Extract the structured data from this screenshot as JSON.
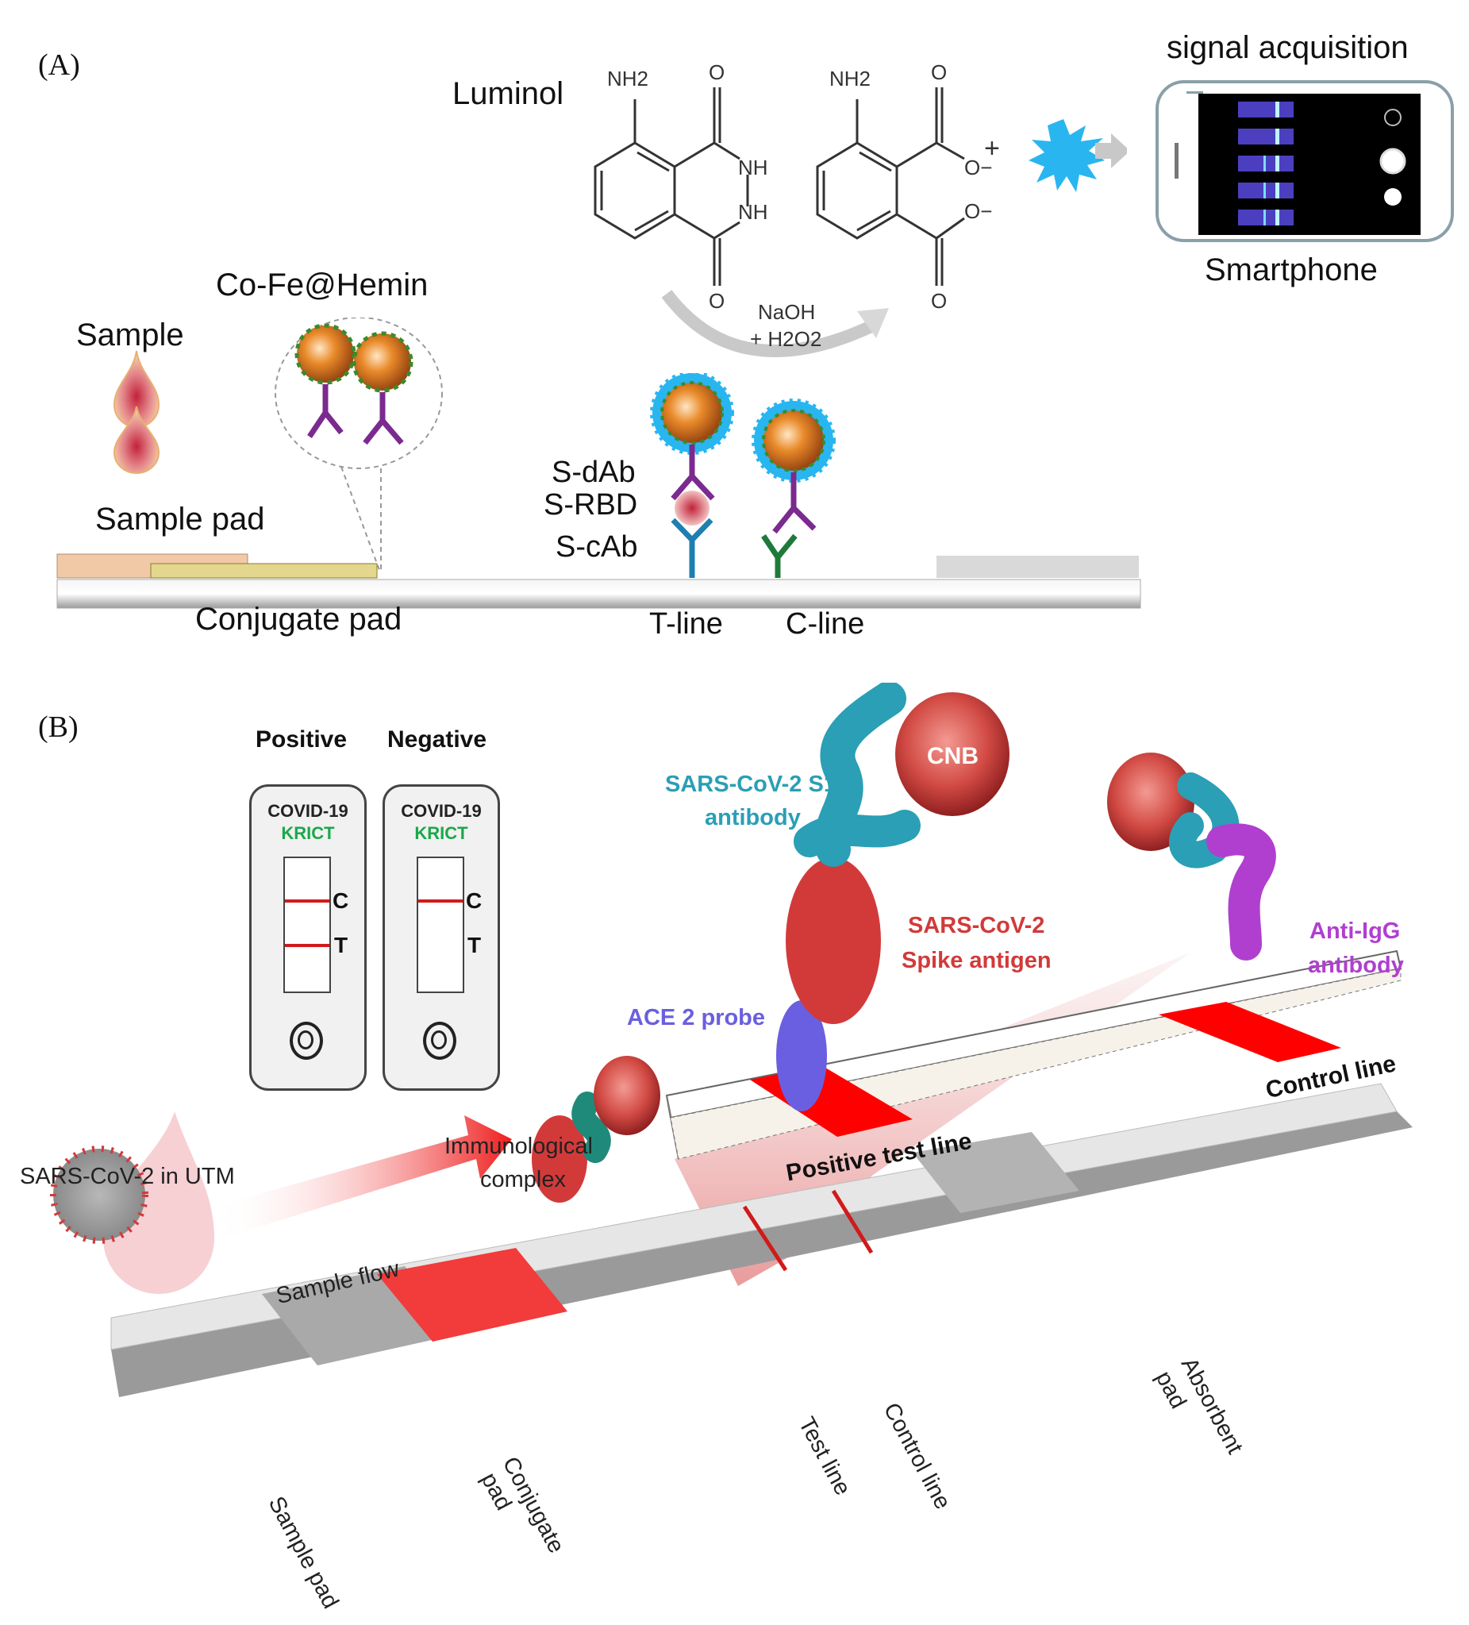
{
  "panel_a": {
    "label": "(A)",
    "luminol_label": "Luminol",
    "nh2_label": "NH2",
    "o_label": "O",
    "nh_label": "NH",
    "o_minus_label": "O−",
    "plus_sign": "+",
    "reagent_line1": "NaOH",
    "reagent_line2": "+ H2O2",
    "signal_acquisition": "signal acquisition",
    "smartphone": "Smartphone",
    "co_fe_hemin": "Co-Fe@Hemin",
    "sample": "Sample",
    "sample_pad": "Sample pad",
    "conjugate_pad": "Conjugate pad",
    "s_dab": "S-dAb",
    "s_rbd": "S-RBD",
    "s_cab": "S-cAb",
    "t_line": "T-line",
    "c_line": "C-line",
    "phone_strip_count": 5,
    "colors": {
      "antibody_purple": "#7b2a8f",
      "capture_blue": "#1f7fb0",
      "control_green": "#1f7a3a",
      "nanozyme_orange": "#d9701c",
      "chemiluminescence_blue": "#29b6f0"
    }
  },
  "panel_b": {
    "label": "(B)",
    "positive": "Positive",
    "negative": "Negative",
    "cassette_title": "COVID-19",
    "cassette_brand": "KRICT",
    "c_mark": "C",
    "t_mark": "T",
    "cnb": "CNB",
    "s1_antibody_line1": "SARS-CoV-2 S1",
    "s1_antibody_line2": "antibody",
    "spike_line1": "SARS-CoV-2",
    "spike_line2": "Spike antigen",
    "ace2_probe": "ACE 2 probe",
    "anti_igg_line1": "Anti-IgG",
    "anti_igg_line2": "antibody",
    "positive_test_line": "Positive test line",
    "control_line_top": "Control line",
    "sars_in_utm": "SARS-CoV-2 in UTM",
    "immuno_line1": "Immunological",
    "immuno_line2": "complex",
    "sample_flow": "Sample flow",
    "strip_sample_pad": "Sample pad",
    "strip_conjugate_line1": "Conjugate",
    "strip_conjugate_line2": "pad",
    "strip_test_line": "Test line",
    "strip_control_line": "Control line",
    "strip_absorbent_line1": "Absorbent",
    "strip_absorbent_line2": "pad",
    "colors": {
      "brand_green": "#1aa84a",
      "line_red": "#d11a1a",
      "s1_teal": "#2a9fb5",
      "spike_red": "#d23a3a",
      "ace2_blue": "#6a5fe0",
      "anti_igg_purple": "#b03fcf"
    }
  }
}
